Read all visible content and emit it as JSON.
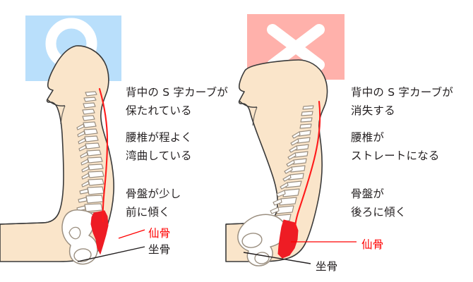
{
  "figure": {
    "title_alt": "",
    "background_color": "#ffffff"
  },
  "panels": [
    {
      "id": "good-posture",
      "badge": {
        "name": "circle-ok-badge",
        "symbol": "circle",
        "box_color": "#b9dffb",
        "mark_color": "#ffffff"
      },
      "notes": [
        {
          "lines": [
            "背中の S 字カーブが",
            "保たれている"
          ]
        },
        {
          "lines": [
            "腰椎が程よく",
            "湾曲している"
          ]
        },
        {
          "lines": [
            "骨盤が少し",
            "前に傾く"
          ]
        }
      ],
      "callouts": [
        {
          "name": "sacrum-callout",
          "label": "仙骨",
          "color": "#ff0000"
        },
        {
          "name": "ischium-callout",
          "label": "坐骨",
          "color": "#231f20"
        }
      ]
    },
    {
      "id": "bad-posture",
      "badge": {
        "name": "cross-ng-badge",
        "symbol": "cross",
        "box_color": "#ffb1ab",
        "mark_color": "#ffffff"
      },
      "notes": [
        {
          "lines": [
            "背中の S 字カーブが",
            "消失する"
          ]
        },
        {
          "lines": [
            "腰椎が",
            "ストレートになる"
          ]
        },
        {
          "lines": [
            "骨盤が",
            "後ろに傾く"
          ]
        }
      ],
      "callouts": [
        {
          "name": "sacrum-callout",
          "label": "仙骨",
          "color": "#ff0000"
        },
        {
          "name": "ischium-callout",
          "label": "坐骨",
          "color": "#231f20"
        }
      ]
    }
  ],
  "colors": {
    "skin": "#fae5ca",
    "skin_outline": "#3a3a3a",
    "bone_fill": "#ffffff",
    "bone_outline": "#9b8f80",
    "sacrum_red": "#ee1c24",
    "cord_red": "#ff1a1a",
    "text": "#231f20",
    "blue_box": "#b9dffb",
    "pink_box": "#ffb1ab"
  }
}
